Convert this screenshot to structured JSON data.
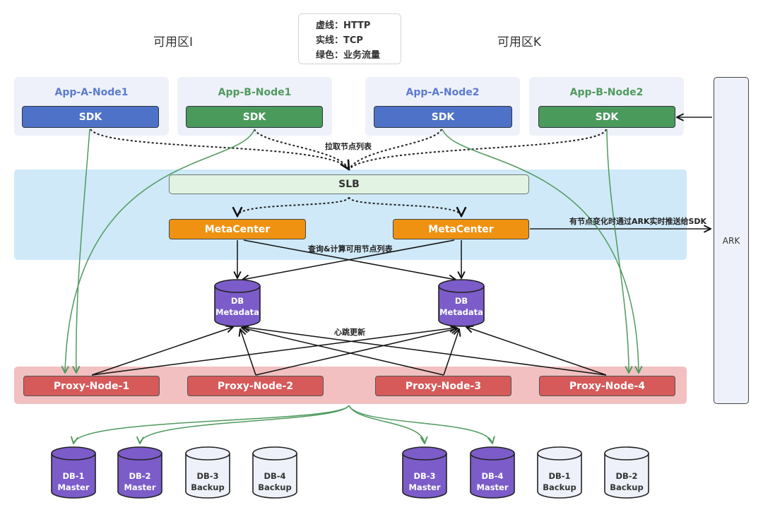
{
  "zones": {
    "left": "可用区I",
    "right": "可用区K"
  },
  "legend": {
    "dashed": "虚线：HTTP",
    "solid": "实线：TCP",
    "green": "绿色：业务流量"
  },
  "apps": [
    {
      "title": "App-A-Node1",
      "sdk": "SDK",
      "color": "#4e72c8"
    },
    {
      "title": "App-B-Node1",
      "sdk": "SDK",
      "color": "#4a9a5c"
    },
    {
      "title": "App-A-Node2",
      "sdk": "SDK",
      "color": "#4e72c8"
    },
    {
      "title": "App-B-Node2",
      "sdk": "SDK",
      "color": "#4a9a5c"
    }
  ],
  "annotations": {
    "pull_nodes": "拉取节点列表",
    "query_compute": "查询&计算可用节点列表",
    "push_via_ark": "有节点变化时通过ARK实时推送给SDK",
    "heartbeat": "心跳更新"
  },
  "slb": {
    "label": "SLB"
  },
  "metacenters": [
    {
      "label": "MetaCenter"
    },
    {
      "label": "MetaCenter"
    }
  ],
  "metadata_dbs": [
    {
      "line1": "DB",
      "line2": "Metadata"
    },
    {
      "line1": "DB",
      "line2": "Metadata"
    }
  ],
  "proxies": [
    {
      "label": "Proxy-Node-1"
    },
    {
      "label": "Proxy-Node-2"
    },
    {
      "label": "Proxy-Node-3"
    },
    {
      "label": "Proxy-Node-4"
    }
  ],
  "ark": {
    "label": "ARK"
  },
  "databases": [
    {
      "line1": "DB-1",
      "line2": "Master",
      "role": "master"
    },
    {
      "line1": "DB-2",
      "line2": "Master",
      "role": "master"
    },
    {
      "line1": "DB-3",
      "line2": "Backup",
      "role": "backup"
    },
    {
      "line1": "DB-4",
      "line2": "Backup",
      "role": "backup"
    },
    {
      "line1": "DB-3",
      "line2": "Master",
      "role": "master"
    },
    {
      "line1": "DB-4",
      "line2": "Master",
      "role": "master"
    },
    {
      "line1": "DB-1",
      "line2": "Backup",
      "role": "backup"
    },
    {
      "line1": "DB-2",
      "line2": "Backup",
      "role": "backup"
    }
  ],
  "colors": {
    "master_db": "#7b5cc9",
    "backup_db": "#eef1f9",
    "metadata_db": "#7b5cc9",
    "green_flow": "#4f9a5e",
    "metacenter": "#ef9212",
    "proxy": "#d65a5a",
    "slb": "#e3f3e3"
  }
}
